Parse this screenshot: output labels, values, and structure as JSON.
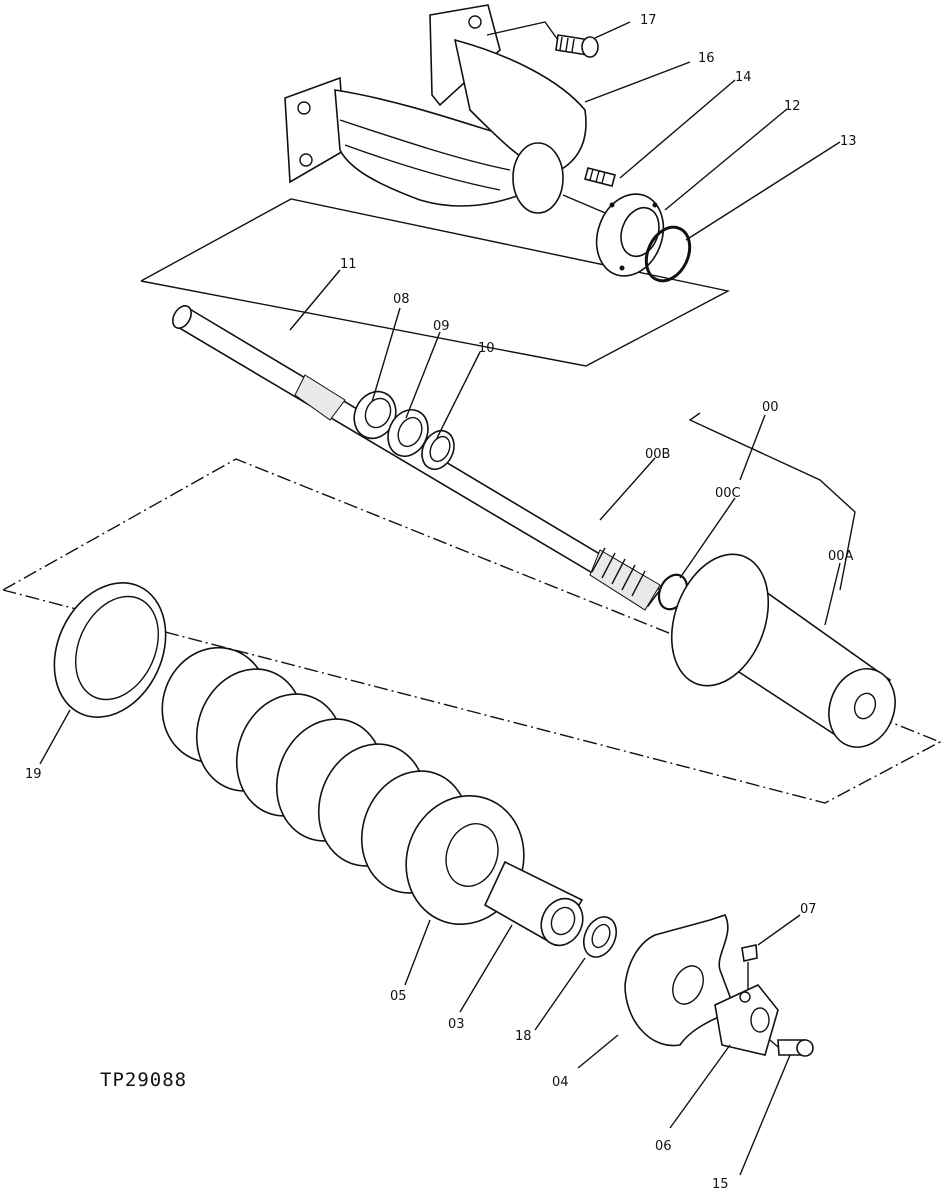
{
  "figure_code": "TP29088",
  "callouts": {
    "c17": "17",
    "c16": "16",
    "c14": "14",
    "c12": "12",
    "c13": "13",
    "c11": "11",
    "c08": "08",
    "c09": "09",
    "c10": "10",
    "c00": "00",
    "c00B": "00B",
    "c00C": "00C",
    "c00A": "00A",
    "c19": "19",
    "c05": "05",
    "c03": "03",
    "c18": "18",
    "c04": "04",
    "c06": "06",
    "c07": "07",
    "c15": "15"
  }
}
